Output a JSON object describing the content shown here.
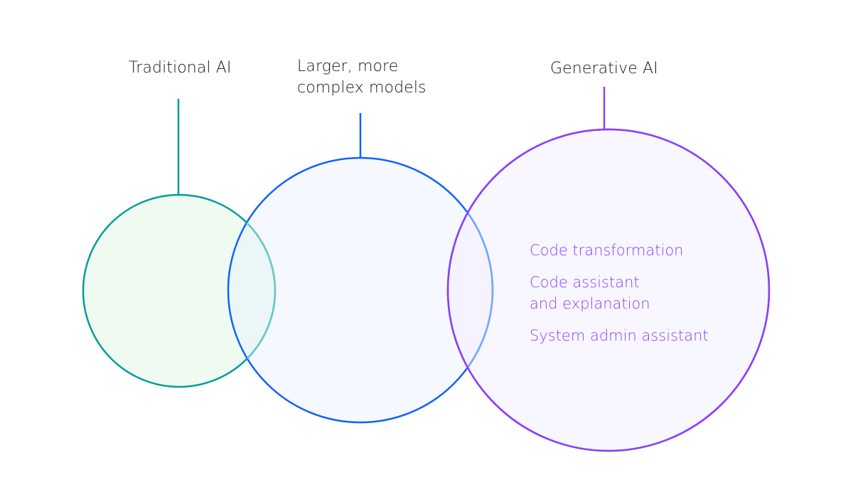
{
  "diagram": {
    "type": "venn",
    "sets": [
      {
        "id": "traditional",
        "label": "Traditional AI",
        "stroke": "#009d9a",
        "fill": "#effbf0"
      },
      {
        "id": "larger",
        "label": "Larger, more\ncomplex models",
        "stroke": "#0f62fe",
        "fill": "#f6f8ff"
      },
      {
        "id": "generative",
        "label": "Generative AI",
        "stroke": "#8a3ffc",
        "fill": "#f8f7ff"
      }
    ],
    "overlap_strokes": {
      "traditional_in_larger": "#6fc8c6",
      "larger_in_generative": "#78a9ff"
    },
    "overlap_fills": {
      "traditional_larger": "#ebf6f8",
      "larger_generative": "#f4f3ff"
    },
    "generative_items": [
      "Code transformation",
      "Code assistant\nand explanation",
      "System admin assistant"
    ],
    "text_color": "#161616",
    "item_color": "#8a3ffc"
  }
}
